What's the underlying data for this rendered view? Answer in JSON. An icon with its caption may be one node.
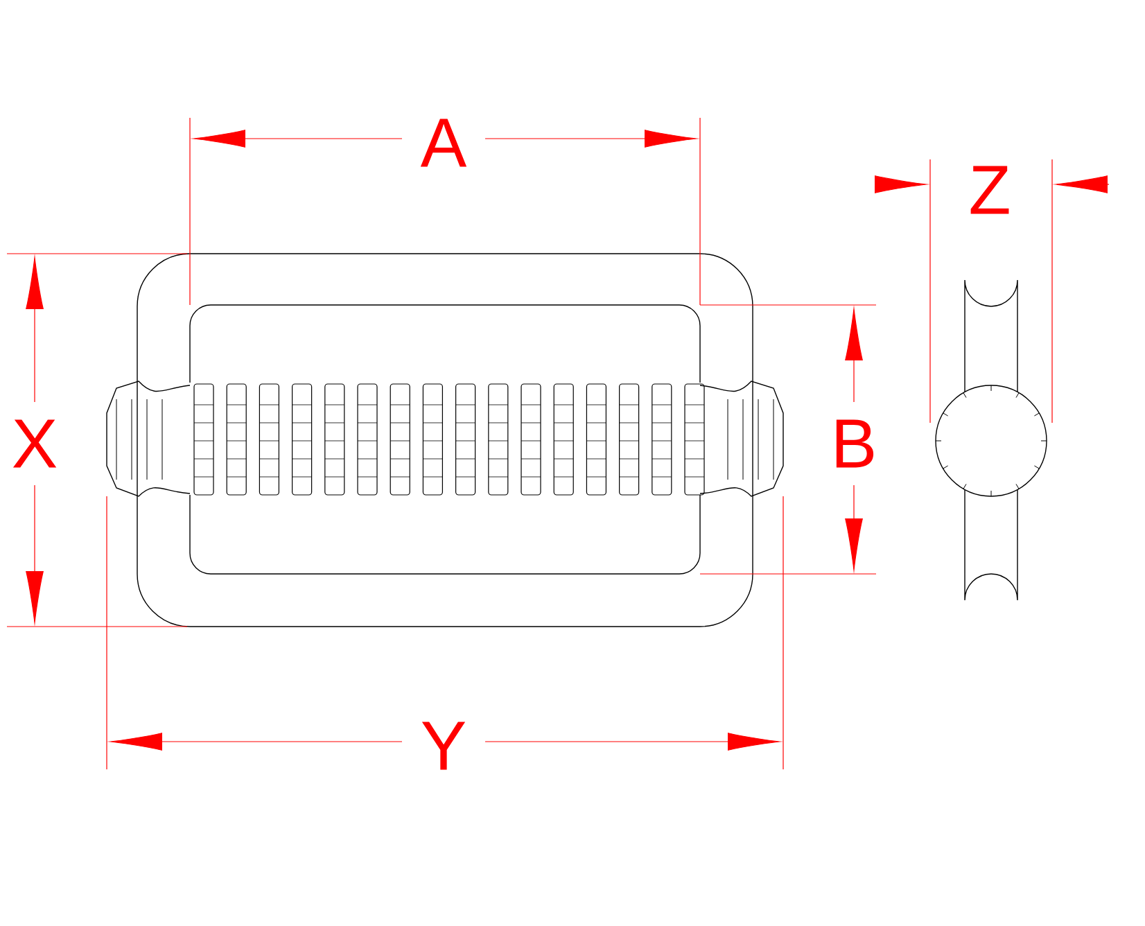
{
  "diagram": {
    "labels": [
      "A",
      "Z",
      "X",
      "B",
      "Y"
    ]
  }
}
